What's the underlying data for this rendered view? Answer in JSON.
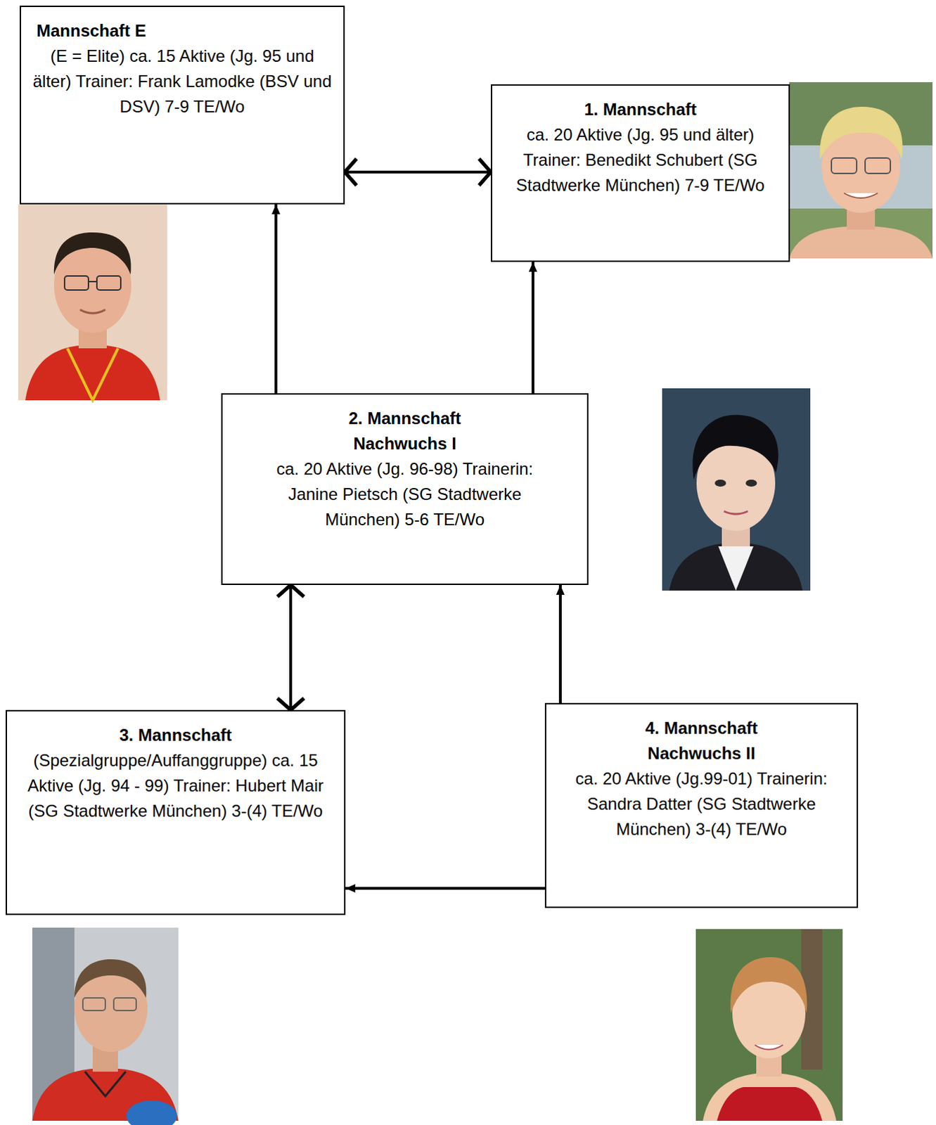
{
  "diagram": {
    "nodes": [
      {
        "text": [
          "Mannschaft  E",
          "(E = Elite) ca. 15 Aktive (Jg. 95 und älter) Trainer: Frank Lamodke (BSV und DSV) 7-9  TE/Wo"
        ]
      },
      {
        "text": [
          "1. Mannschaft",
          "ca. 20 Aktive (Jg. 95 und älter) Trainer: Benedikt Schubert (SG Stadtwerke München) 7-9 TE/Wo"
        ]
      },
      {
        "text": [
          "2. Mannschaft Nachwuchs I",
          "ca. 20 Aktive (Jg. 96-98) Trainerin: Janine Pietsch (SG Stadtwerke München) 5-6 TE/Wo"
        ]
      },
      {
        "text": [
          "3. Mannschaft",
          "(Spezialgruppe/Auffanggruppe) ca. 15 Aktive (Jg. 94 - 99) Trainer: Hubert Mair (SG Stadtwerke München) 3-(4) TE/Wo"
        ]
      },
      {
        "text": [
          "4. Mannschaft Nachwuchs II",
          "ca. 20 Aktive (Jg.99-01) Trainerin: Sandra Datter (SG Stadtwerke München) 3-(4) TE/Wo"
        ]
      }
    ],
    "edges": [
      {
        "from": 0,
        "to": 1,
        "arrow": "both"
      },
      {
        "from": 2,
        "to": 0,
        "arrow": "to"
      },
      {
        "from": 2,
        "to": 1,
        "arrow": "to"
      },
      {
        "from": 2,
        "to": 3,
        "arrow": "both"
      },
      {
        "from": 4,
        "to": 2,
        "arrow": "to"
      },
      {
        "from": 4,
        "to": 3,
        "arrow": "to"
      }
    ]
  }
}
